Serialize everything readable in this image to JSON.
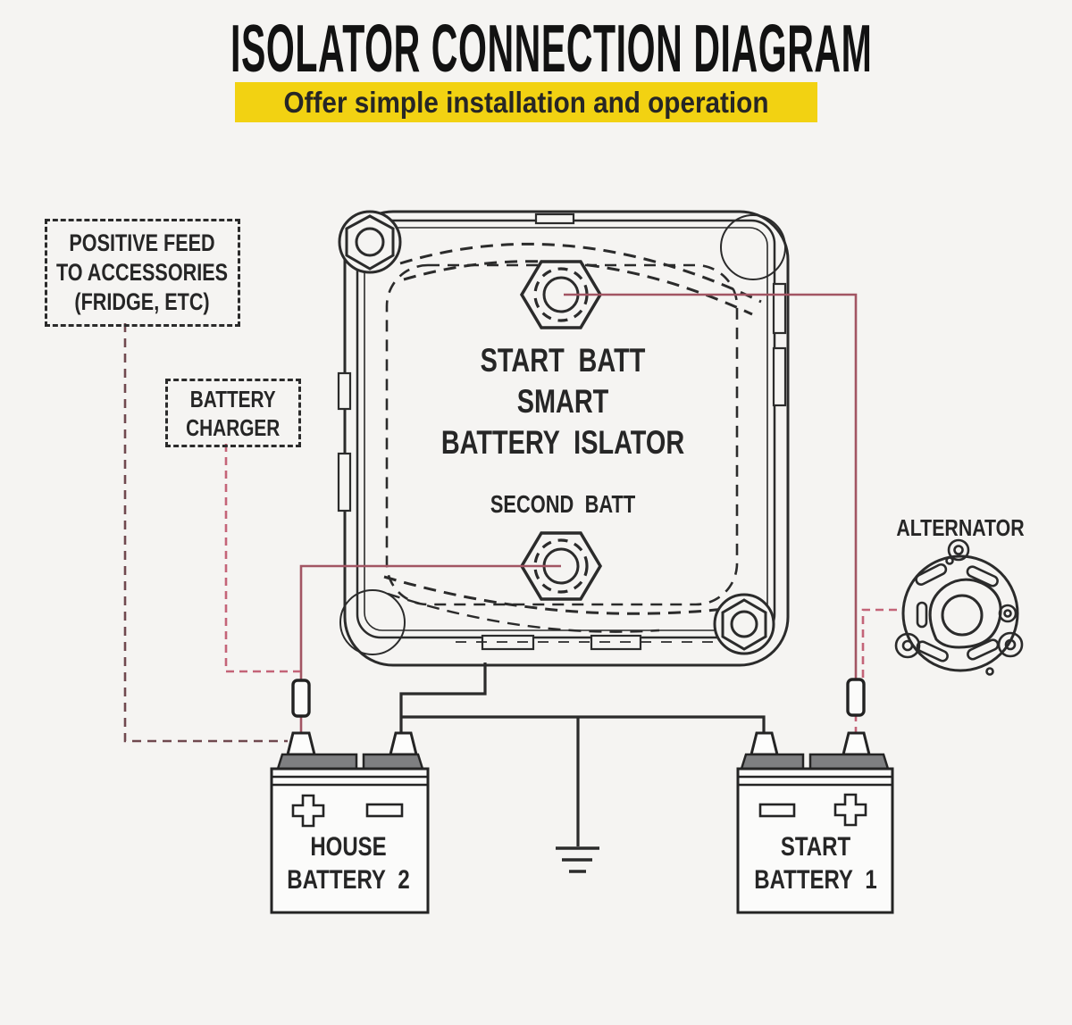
{
  "title": "ISOLATOR CONNECTION DIAGRAM",
  "banner": "Offer simple installation and operation",
  "positive_feed_box": {
    "line1": "POSITIVE FEED",
    "line2": "TO ACCESSORIES",
    "line3": "(FRIDGE, ETC)"
  },
  "charger_box": {
    "line1": "BATTERY",
    "line2": "CHARGER"
  },
  "isolator": {
    "line1": "START BATT",
    "line2": "SMART",
    "line3": "BATTERY ISLATOR",
    "line4": "SECOND BATT"
  },
  "alternator_label": "ALTERNATOR",
  "house_battery": {
    "line1": "HOUSE",
    "line2": "BATTERY 2"
  },
  "start_battery": {
    "line1": "START",
    "line2": "BATTERY 1"
  },
  "colors": {
    "background": "#f5f4f2",
    "banner_bg": "#f2d212",
    "line": "#2b2b2b",
    "wire_red_solid": "#a25563",
    "wire_red_dashed": "#c46478",
    "wire_dark_dashed": "#70494f",
    "battery_cap_gray": "#7e7f81"
  }
}
